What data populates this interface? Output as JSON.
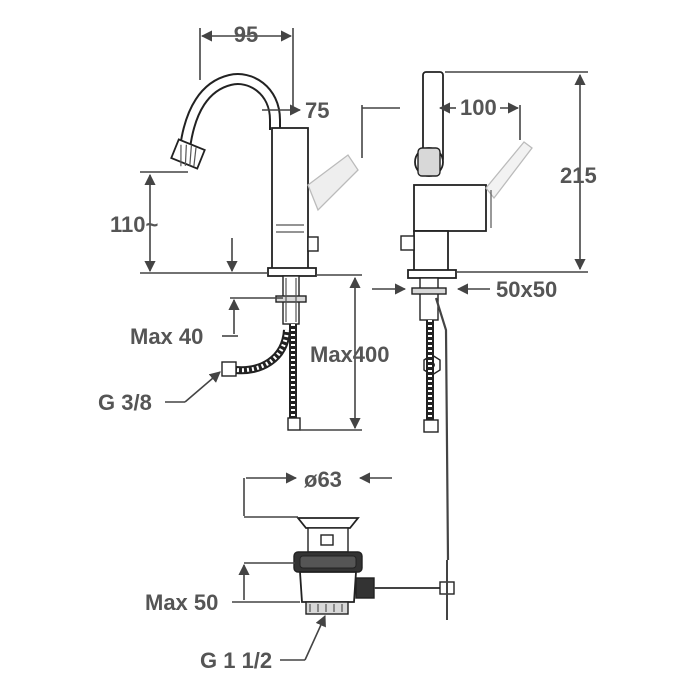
{
  "dimensions": {
    "spout_reach": "95",
    "spout_height_extra": "75",
    "lever_reach": "100",
    "total_height": "215",
    "spout_clearance": "110~",
    "base_size": "50x50",
    "max_deck_thickness": "Max 40",
    "max_hose_length": "Max400",
    "hose_connection": "G 3/8",
    "waste_diameter": "ø63",
    "max_waste_thickness": "Max 50",
    "waste_thread": "G 1 1/2"
  },
  "colors": {
    "outline": "#222222",
    "dimension_text": "#555555",
    "shading": "#d8d8d8"
  }
}
